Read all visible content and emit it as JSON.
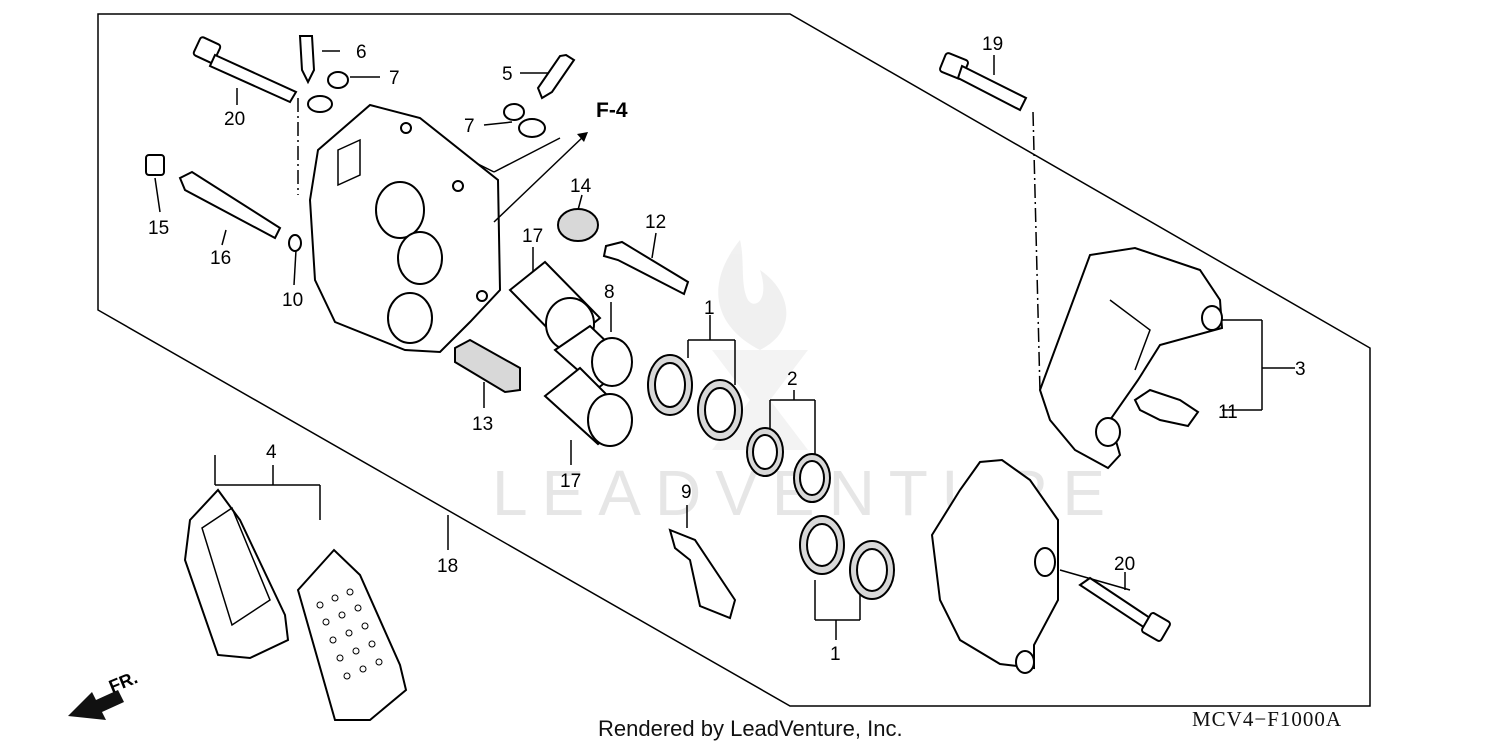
{
  "watermark": "LEADVENTURE",
  "footer": {
    "credit": "Rendered by LeadVenture, Inc.",
    "diagram_code": "MCV4−F1000A"
  },
  "reference": {
    "section": "F-4",
    "direction": "FR."
  },
  "callouts": {
    "p1a": "1",
    "p1b": "1",
    "p2": "2",
    "p3": "3",
    "p4": "4",
    "p5": "5",
    "p6": "6",
    "p7a": "7",
    "p7b": "7",
    "p8": "8",
    "p9": "9",
    "p10": "10",
    "p11": "11",
    "p12": "12",
    "p13": "13",
    "p14": "14",
    "p15": "15",
    "p16": "16",
    "p17a": "17",
    "p17b": "17",
    "p18": "18",
    "p19": "19",
    "p20a": "20",
    "p20b": "20"
  }
}
